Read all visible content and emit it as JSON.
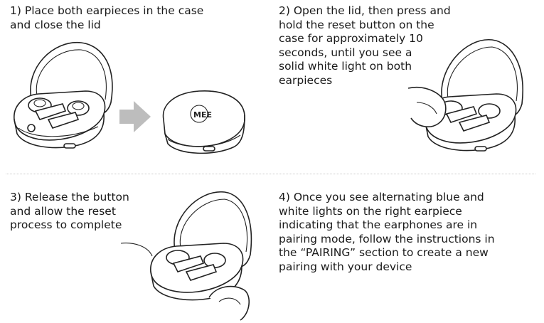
{
  "steps": [
    {
      "number": "1)",
      "text": "Place both earpieces in the case\nand close the lid"
    },
    {
      "number": "2)",
      "text": "Open the lid, then press and\nhold the reset button on the\ncase for approximately 10\nseconds, until you see a\nsolid white light on both\nearpieces"
    },
    {
      "number": "3)",
      "text": "Release the button\nand allow the reset\nprocess to complete"
    },
    {
      "number": "4)",
      "text": "Once you see alternating blue and\nwhite lights on the right earpiece\nindicating that the earphones are in\npairing mode, follow the instructions in\nthe “PAIRING” section to create a new\npairing with your device"
    }
  ],
  "illustrations": {
    "arrow_color": "#bdbdbd",
    "lid_logo": "MEE",
    "icons": [
      "open-case-illustration",
      "arrow-right-icon",
      "closed-case-illustration",
      "finger-icon"
    ]
  }
}
